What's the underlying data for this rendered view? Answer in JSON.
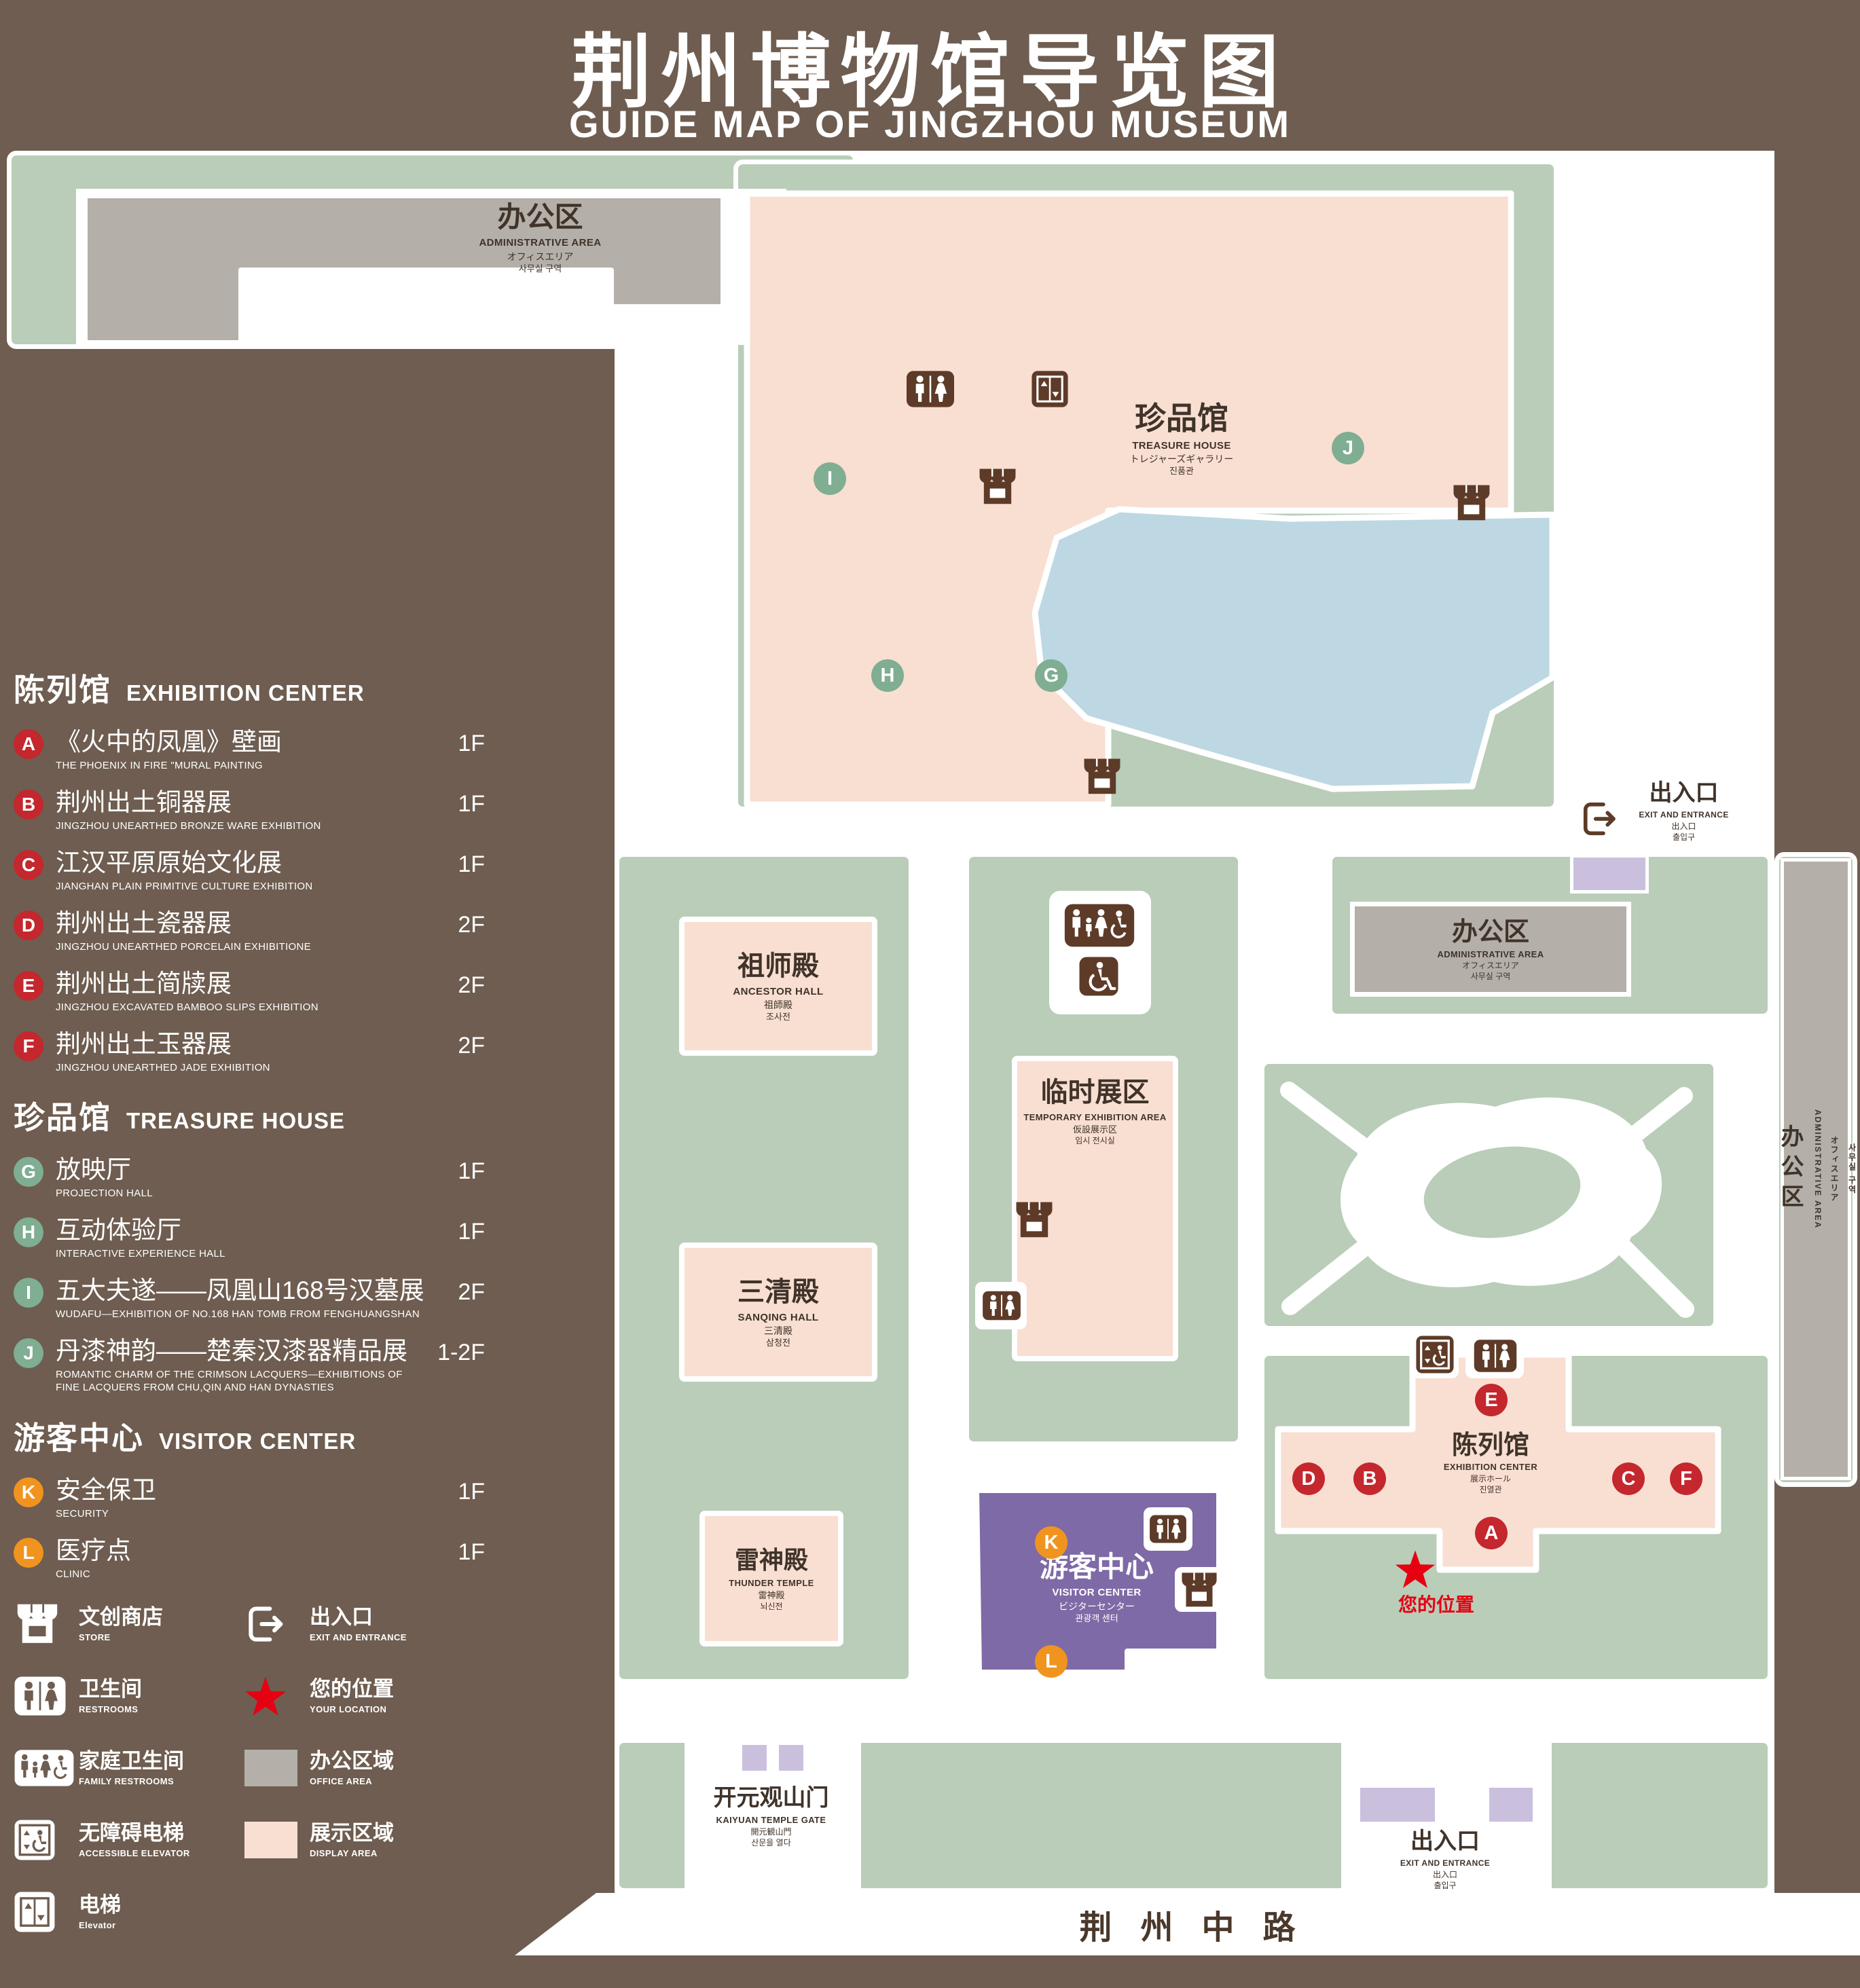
{
  "title": {
    "zh": "荆州博物馆导览图",
    "en": "GUIDE MAP OF JINGZHOU MUSEUM"
  },
  "colors": {
    "background": "#6e5d50",
    "ground_green": "#b9cdb8",
    "display_pink": "#f8dfd2",
    "office_gray": "#b4afa9",
    "visitor_purple": "#7e6aa6",
    "entrance_lilac": "#cac0de",
    "pond_blue": "#bdd8e3",
    "badge_red": "#c4272e",
    "badge_green": "#7fae92",
    "badge_orange": "#f0941f",
    "icon_brown": "#5d3b28",
    "label_brown": "#40332a",
    "location_red": "#e60012"
  },
  "sidebar": {
    "sections": [
      {
        "zh": "陈列馆",
        "en": "EXHIBITION CENTER",
        "items": [
          {
            "letter": "A",
            "zh": "《火中的凤凰》壁画",
            "en": "THE PHOENIX IN FIRE \"MURAL PAINTING",
            "floor": "1F"
          },
          {
            "letter": "B",
            "zh": "荆州出土铜器展",
            "en": "JINGZHOU UNEARTHED BRONZE WARE EXHIBITION",
            "floor": "1F"
          },
          {
            "letter": "C",
            "zh": "江汉平原原始文化展",
            "en": "JIANGHAN PLAIN PRIMITIVE CULTURE EXHIBITION",
            "floor": "1F"
          },
          {
            "letter": "D",
            "zh": "荆州出土瓷器展",
            "en": "JINGZHOU UNEARTHED PORCELAIN EXHIBITIONE",
            "floor": "2F"
          },
          {
            "letter": "E",
            "zh": "荆州出土简牍展",
            "en": "JINGZHOU EXCAVATED BAMBOO SLIPS EXHIBITION",
            "floor": "2F"
          },
          {
            "letter": "F",
            "zh": "荆州出土玉器展",
            "en": "JINGZHOU UNEARTHED JADE EXHIBITION",
            "floor": "2F"
          }
        ]
      },
      {
        "zh": "珍品馆",
        "en": "TREASURE HOUSE",
        "items": [
          {
            "letter": "G",
            "zh": "放映厅",
            "en": "PROJECTION HALL",
            "floor": "1F"
          },
          {
            "letter": "H",
            "zh": "互动体验厅",
            "en": "INTERACTIVE EXPERIENCE HALL",
            "floor": "1F"
          },
          {
            "letter": "I",
            "zh": "五大夫遂——凤凰山168号汉墓展",
            "en": "WUDAFU—EXHIBITION OF NO.168 HAN TOMB FROM FENGHUANGSHAN",
            "floor": "2F"
          },
          {
            "letter": "J",
            "zh": "丹漆神韵——楚秦汉漆器精品展",
            "en": "ROMANTIC CHARM OF THE CRIMSON LACQUERS—EXHIBITIONS OF FINE LACQUERS FROM CHU,QIN AND HAN DYNASTIES",
            "floor": "1-2F"
          }
        ]
      },
      {
        "zh": "游客中心",
        "en": "VISITOR CENTER",
        "items": [
          {
            "letter": "K",
            "zh": "安全保卫",
            "en": "SECURITY",
            "floor": "1F"
          },
          {
            "letter": "L",
            "zh": "医疗点",
            "en": "CLINIC",
            "floor": "1F"
          }
        ]
      }
    ],
    "legend": {
      "col1": [
        {
          "icon": "store-icon",
          "zh": "文创商店",
          "en": "STORE"
        },
        {
          "icon": "restrooms-icon",
          "zh": "卫生间",
          "en": "RESTROOMS"
        },
        {
          "icon": "family-restrooms-icon",
          "zh": "家庭卫生间",
          "en": "FAMILY RESTROOMS"
        },
        {
          "icon": "accessible-elevator-icon",
          "zh": "无障碍电梯",
          "en": "ACCESSIBLE ELEVATOR"
        },
        {
          "icon": "elevator-icon",
          "zh": "电梯",
          "en": "Elevator"
        }
      ],
      "col2": [
        {
          "icon": "exit-icon",
          "zh": "出入口",
          "en": "EXIT AND ENTRANCE"
        },
        {
          "icon": "your-location-star-icon",
          "zh": "您的位置",
          "en": "YOUR LOCATION"
        },
        {
          "icon": "office-area-swatch",
          "zh": "办公区域",
          "en": "OFFICE AREA"
        },
        {
          "icon": "display-area-swatch",
          "zh": "展示区域",
          "en": "DISPLAY AREA"
        }
      ]
    }
  },
  "map": {
    "buildings": {
      "admin_top": {
        "zh": "办公区",
        "en": "ADMINISTRATIVE AREA",
        "ja": "オフィスエリア",
        "ko": "사무실 구역"
      },
      "treasure_house": {
        "zh": "珍品馆",
        "en": "TREASURE HOUSE",
        "ja": "トレジャーズギャラリー",
        "ko": "진품관"
      },
      "ancestor_hall": {
        "zh": "祖师殿",
        "en": "ANCESTOR HALL",
        "ja": "祖師殿",
        "ko": "조사전"
      },
      "temporary_area": {
        "zh": "临时展区",
        "en": "TEMPORARY EXHIBITION AREA",
        "ja": "仮設展示区",
        "ko": "임시 전시실"
      },
      "admin_mid": {
        "zh": "办公区",
        "en": "ADMINISTRATIVE AREA",
        "ja": "オフィスエリア",
        "ko": "사무실 구역"
      },
      "sanqing_hall": {
        "zh": "三清殿",
        "en": "SANQING HALL",
        "ja": "三清殿",
        "ko": "삼청전"
      },
      "exhibition_center": {
        "zh": "陈列馆",
        "en": "EXHIBITION CENTER",
        "ja": "展示ホール",
        "ko": "진열관"
      },
      "thunder_temple": {
        "zh": "雷神殿",
        "en": "THUNDER TEMPLE",
        "ja": "雷神殿",
        "ko": "뇌신전"
      },
      "visitor_center": {
        "zh": "游客中心",
        "en": "VISITOR CENTER",
        "ja": "ビジターセンター",
        "ko": "관광객 센터"
      },
      "admin_right": {
        "zh": "办公区",
        "en": "ADMINISTRATIVE AREA",
        "ja": "オフィスエリア",
        "ko": "사무실 구역"
      },
      "gate": {
        "zh": "开元观山门",
        "en": "KAIYUAN TEMPLE GATE",
        "ja": "開元観山門",
        "ko": "산문을 열다"
      }
    },
    "exits": {
      "right": {
        "zh": "出入口",
        "en": "EXIT AND ENTRANCE",
        "ja": "出入口",
        "ko": "출입구"
      },
      "bottom": {
        "zh": "出入口",
        "en": "EXIT AND ENTRANCE",
        "ja": "出入口",
        "ko": "출입구"
      }
    },
    "road": "荆州中路",
    "your_location": "您的位置",
    "markers": [
      {
        "letter": "I"
      },
      {
        "letter": "J"
      },
      {
        "letter": "H"
      },
      {
        "letter": "G"
      },
      {
        "letter": "E"
      },
      {
        "letter": "D"
      },
      {
        "letter": "B"
      },
      {
        "letter": "A"
      },
      {
        "letter": "C"
      },
      {
        "letter": "F"
      },
      {
        "letter": "K"
      },
      {
        "letter": "L"
      }
    ]
  },
  "icons": [
    "store-icon",
    "exit-icon",
    "restrooms-icon",
    "family-restrooms-icon",
    "accessible-elevator-icon",
    "elevator-icon",
    "your-location-star-icon",
    "office-area-swatch",
    "display-area-swatch"
  ]
}
